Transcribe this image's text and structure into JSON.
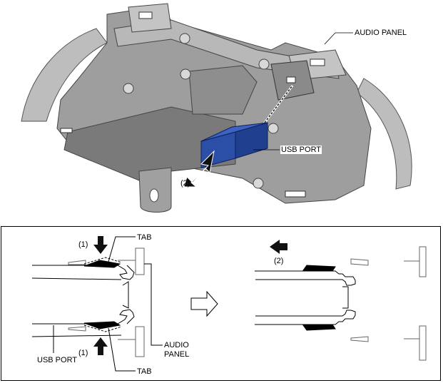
{
  "figure": {
    "top_illustration": {
      "callouts": {
        "audio_panel": "AUDIO PANEL",
        "usb_port": "USB PORT",
        "step_2": "(2)"
      },
      "colors": {
        "panel_body": "#a9a9a9",
        "panel_dark": "#6f6f6f",
        "usb_port": "#1f3f8f",
        "arrow": "#111111"
      }
    },
    "bottom_panel": {
      "before": {
        "tab_top": "TAB",
        "tab_bottom": "TAB",
        "step_1_top": "(1)",
        "step_1_bottom": "(1)",
        "usb_port": "USB PORT",
        "audio_panel_line1": "AUDIO",
        "audio_panel_line2": "PANEL"
      },
      "transition_arrow": "right-outline-arrow-icon",
      "after": {
        "step_2": "(2)"
      }
    }
  }
}
